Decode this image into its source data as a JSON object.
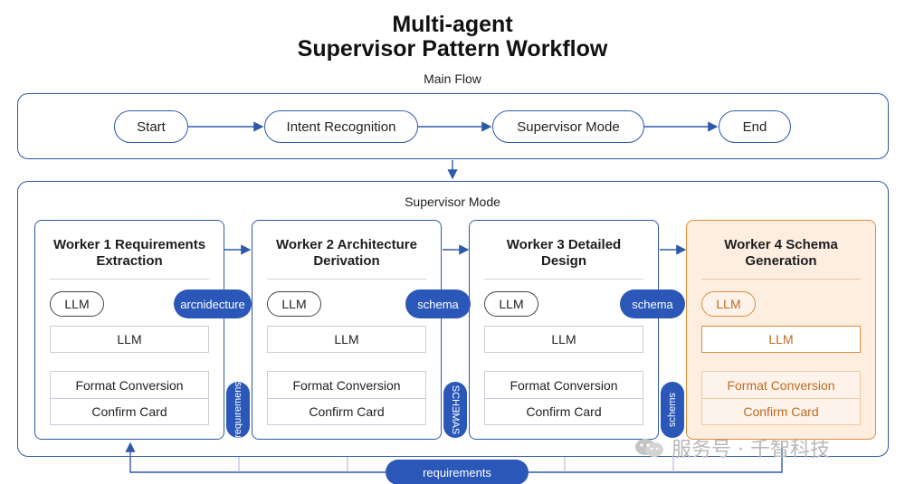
{
  "title": {
    "line1": "Multi-agent",
    "line2": "Supervisor Pattern Workflow"
  },
  "main_flow": {
    "label": "Main Flow",
    "nodes": [
      "Start",
      "Intent Recognition",
      "Supervisor Mode",
      "End"
    ]
  },
  "supervisor": {
    "label": "Supervisor Mode",
    "workers": [
      {
        "title_line1": "Worker 1 Requirements",
        "title_line2": "Extraction",
        "llm_pill": "LLM",
        "llm_box": "LLM",
        "format": "Format Conversion",
        "confirm": "Confirm Card"
      },
      {
        "title_line1": "Worker 2 Architecture",
        "title_line2": "Derivation",
        "llm_pill": "LLM",
        "llm_box": "LLM",
        "format": "Format Conversion",
        "confirm": "Confirm Card"
      },
      {
        "title_line1": "Worker 3 Detailed",
        "title_line2": "Design",
        "llm_pill": "LLM",
        "llm_box": "LLM",
        "format": "Format Conversion",
        "confirm": "Confirm Card"
      },
      {
        "title_line1": "Worker 4 Schema",
        "title_line2": "Generation",
        "llm_pill": "LLM",
        "llm_box": "LLM",
        "format": "Format Conversion",
        "confirm": "Confirm Card"
      }
    ],
    "tags": {
      "t1": "arcnidecture",
      "t2": "schema",
      "t3": "schema"
    },
    "vertical_tags": {
      "v1": "suəɯəɹınbəɹ",
      "v2": "SCHƎMAS",
      "v3": "sɯǝɥɔs"
    },
    "bottom_tag": "requirements"
  },
  "watermark": "服务号 · 千智科技",
  "colors": {
    "blue": "#2d5aa8",
    "tag_blue": "#2b58b8",
    "orange": "#e08a3c",
    "orange_fill": "#fdeee0"
  }
}
